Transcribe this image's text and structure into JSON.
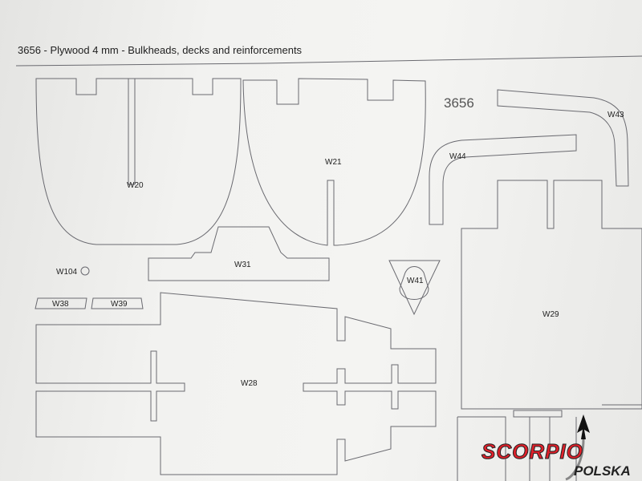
{
  "title": "3656 - Plywood 4 mm - Bulkheads, decks and reinforcements",
  "sheet_number": "3656",
  "parts": {
    "w20": "W20",
    "w21": "W21",
    "w31": "W31",
    "w43": "W43",
    "w44": "W44",
    "w41": "W41",
    "w29": "W29",
    "w28": "W28",
    "w38": "W38",
    "w39": "W39",
    "w104": "W104"
  },
  "logo": {
    "name": "SCORPIO",
    "sub": "POLSKA"
  }
}
